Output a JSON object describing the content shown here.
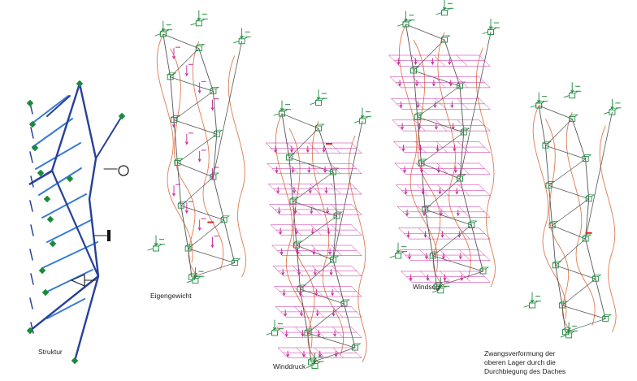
{
  "diagrams": [
    {
      "key": "struktur",
      "caption": "Struktur"
    },
    {
      "key": "eigengewicht",
      "caption": "Eigengewicht"
    },
    {
      "key": "winddruck",
      "caption": "Winddruck"
    },
    {
      "key": "windsog",
      "caption": "Windsog"
    },
    {
      "key": "zwang",
      "caption_lines": [
        "Zwangsverformung der",
        "oberen Lager durch die",
        "Durchbiegung des Daches"
      ]
    }
  ],
  "colors": {
    "structure": "#27419a",
    "structure_light": "#3a7bd5",
    "support": "#1a8a3a",
    "frame": "#555555",
    "deformation": "#e07a4f",
    "load": "#c8259a",
    "highlight": "#e8231a"
  },
  "icons": {
    "circle_symbol": "circle-section-icon",
    "bar_symbol": "solid-bar-icon",
    "triangle_symbol": "triangle-section-icon",
    "support_symbol": "support-node-icon"
  }
}
